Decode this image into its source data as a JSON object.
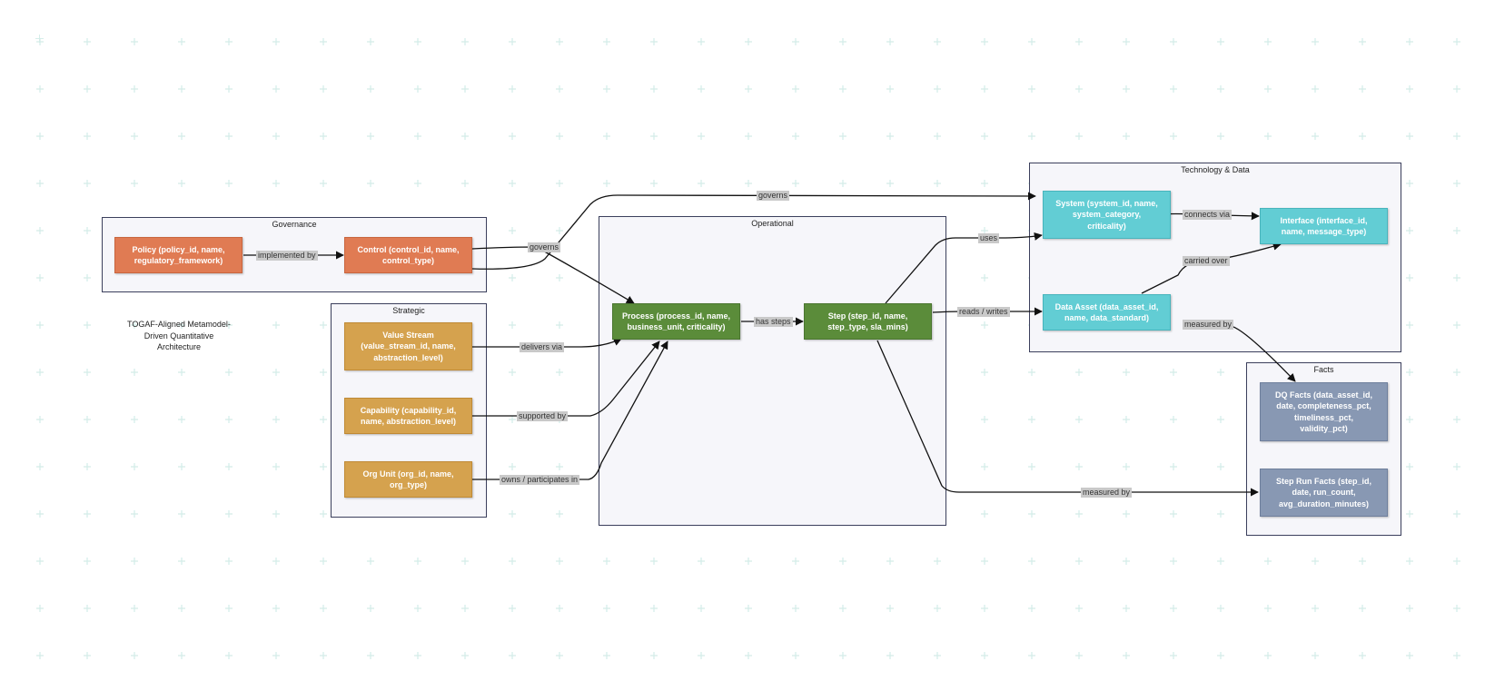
{
  "title": "TOGAF-Aligned Metamodel-\nDriven Quantitative\nArchitecture",
  "groups": {
    "governance": "Governance",
    "strategic": "Strategic",
    "operational": "Operational",
    "technology": "Technology & Data",
    "facts": "Facts"
  },
  "nodes": {
    "policy": "Policy (policy_id, name,\nregulatory_framework)",
    "control": "Control (control_id, name,\ncontrol_type)",
    "value_stream": "Value Stream\n(value_stream_id, name,\nabstraction_level)",
    "capability": "Capability (capability_id,\nname, abstraction_level)",
    "org_unit": "Org Unit (org_id, name,\norg_type)",
    "process": "Process (process_id, name,\nbusiness_unit, criticality)",
    "step": "Step (step_id, name,\nstep_type, sla_mins)",
    "system": "System (system_id, name,\nsystem_category,\ncriticality)",
    "interface": "Interface (interface_id,\nname, message_type)",
    "data_asset": "Data Asset (data_asset_id,\nname, data_standard)",
    "dq_facts": "DQ Facts (data_asset_id,\ndate, completeness_pct,\ntimeliness_pct,\nvalidity_pct)",
    "step_run_facts": "Step Run Facts (step_id,\ndate, run_count,\navg_duration_minutes)"
  },
  "edges": {
    "implemented_by": "implemented by",
    "governs_process": "governs",
    "governs_system": "governs",
    "delivers_via": "delivers via",
    "supported_by": "supported by",
    "owns": "owns / participates in",
    "has_steps": "has steps",
    "uses": "uses",
    "reads_writes": "reads / writes",
    "measured_by_step": "measured by",
    "connects_via": "connects via",
    "carried_over": "carried over",
    "measured_by_data": "measured by"
  },
  "colors": {
    "governance": "#e07b53",
    "strategic": "#d5a24e",
    "operational": "#5b8c3a",
    "technology": "#62cdd4",
    "facts": "#8898b3"
  }
}
